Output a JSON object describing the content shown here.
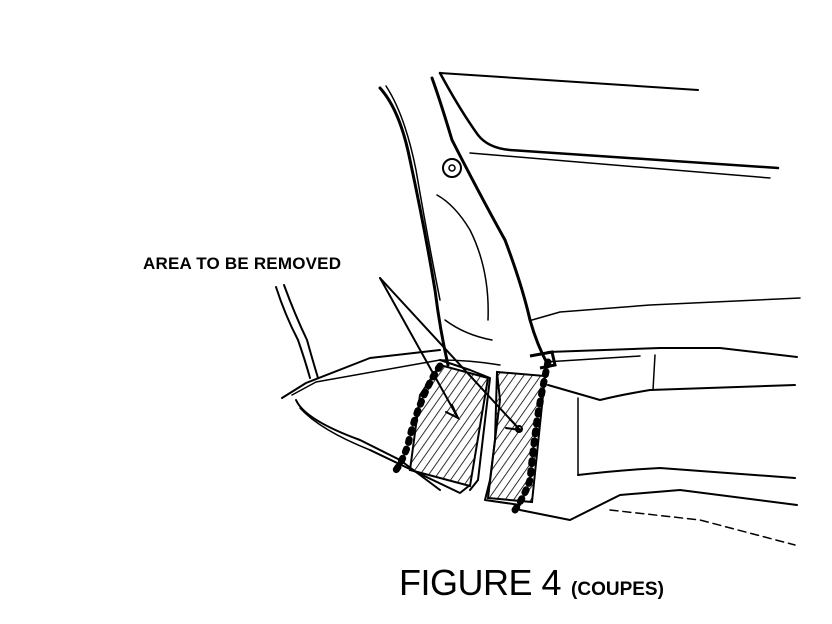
{
  "callout": {
    "text": "AREA TO BE REMOVED"
  },
  "caption": {
    "main": "FIGURE 4",
    "sub": "(COUPES)"
  }
}
